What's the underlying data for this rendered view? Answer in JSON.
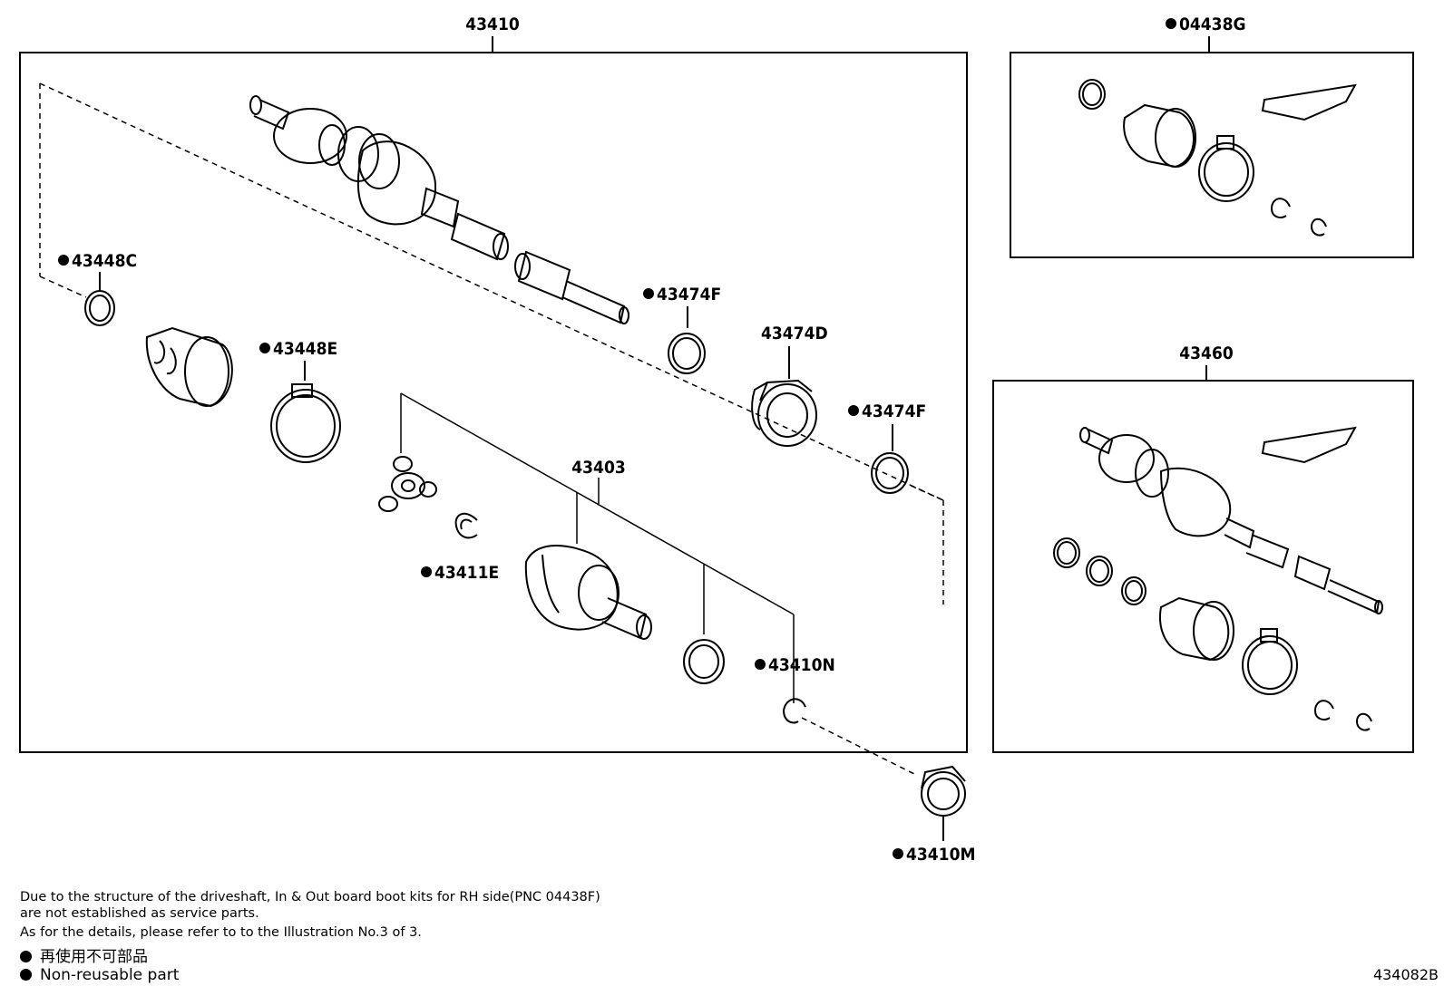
{
  "group_labels": {
    "main_assembly": "43410",
    "boot_kit": "04438G",
    "spare_shaft": "43460",
    "inboard_joint": "43403"
  },
  "part_labels": {
    "p43448C": "43448C",
    "p43448E": "43448E",
    "p43474F_top": "43474F",
    "p43474D": "43474D",
    "p43474F_right": "43474F",
    "p43411E": "43411E",
    "p43410N": "43410N",
    "p43410M": "43410M"
  },
  "notes": [
    "Due to the structure of the driveshaft, In & Out board  boot kits for RH side(PNC 04438F)",
    "are not established as service parts.",
    "As for the details, please refer to to the Illustration No.3 of 3."
  ],
  "legend": [
    {
      "symbol": "filled-dot",
      "text": "再使用不可部品"
    },
    {
      "symbol": "filled-dot",
      "text": "Non-reusable part"
    }
  ],
  "illustration_id": "434082B"
}
